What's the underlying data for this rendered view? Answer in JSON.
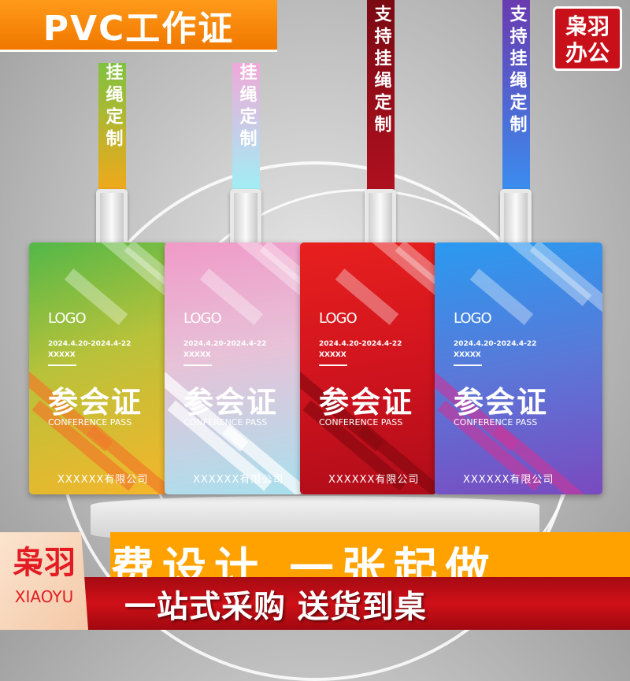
{
  "header": {
    "badge": "PVC工作证",
    "brand_logo": "枭羽办公"
  },
  "lanyards": [
    {
      "text": "挂绳定制",
      "colors": [
        "#f2a81a",
        "#7fc240"
      ]
    },
    {
      "text": "挂绳定制",
      "colors": [
        "#9ff0f5",
        "#f0a8d8"
      ]
    },
    {
      "text": "支持挂绳定制",
      "colors": [
        "#b01020",
        "#7a0a12"
      ]
    },
    {
      "text": "支持挂绳定制",
      "colors": [
        "#3a8ef0",
        "#6a3ab0"
      ]
    }
  ],
  "cards": [
    {
      "logo": "LOGO",
      "date": "2024.4.20-2024.4-22",
      "placeholder": "XXXXX",
      "title": "参会证",
      "subtitle": "CONFERENCE PASS",
      "company": "XXXXXX有限公司",
      "bg": "linear-gradient(160deg,#52b848 0%,#b9c23a 45%,#f6b52a 100%)",
      "accent": "#f07a2a"
    },
    {
      "logo": "LOGO",
      "date": "2024.4.20-2024.4-22",
      "placeholder": "XXXXX",
      "title": "参会证",
      "subtitle": "CONFERENCE PASS",
      "company": "XXXXXX有限公司",
      "bg": "linear-gradient(170deg,#f09ac8 0%,#e7c2d8 45%,#a8e0ee 100%)",
      "accent": "#ffffff"
    },
    {
      "logo": "LOGO",
      "date": "2024.4.20-2024.4-22",
      "placeholder": "XXXXX",
      "title": "参会证",
      "subtitle": "CONFERENCE PASS",
      "company": "XXXXXX有限公司",
      "bg": "linear-gradient(170deg,#e8201e 0%,#d0141e 50%,#b00c1a 100%)",
      "accent": "#8a0810"
    },
    {
      "logo": "LOGO",
      "date": "2024.4.20-2024.4-22",
      "placeholder": "XXXXX",
      "title": "参会证",
      "subtitle": "CONFERENCE PASS",
      "company": "XXXXXX有限公司",
      "bg": "linear-gradient(170deg,#2a9af0 0%,#5a78d8 50%,#7a4ac0 100%)",
      "accent": "#c03aa0"
    }
  ],
  "footer": {
    "logo_cn": "枭羽",
    "logo_en": "XIAOYU",
    "banner_top": "费设计 一张起做",
    "banner_bottom": "一站式采购  送货到桌"
  }
}
